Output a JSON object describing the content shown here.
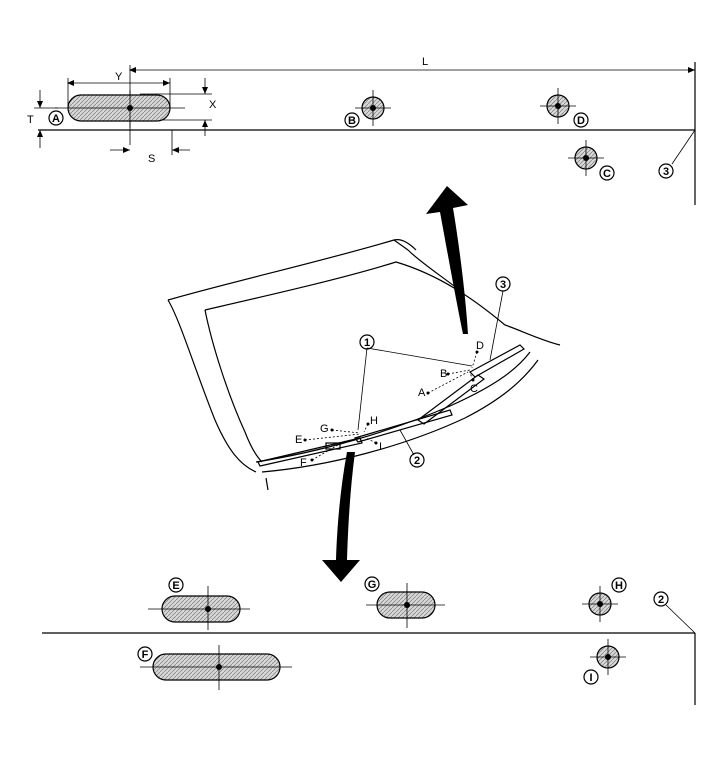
{
  "dimension_labels": {
    "L": "L",
    "Y": "Y",
    "X": "X",
    "T": "T",
    "S": "S"
  },
  "point_labels": {
    "A": "A",
    "B": "B",
    "C": "C",
    "D": "D",
    "E": "E",
    "F": "F",
    "G": "G",
    "H": "H",
    "I": "I"
  },
  "part_numbers": {
    "wiper_arm": "1",
    "washer_nozzle_pass": "2",
    "washer_nozzle_driver": "3"
  }
}
